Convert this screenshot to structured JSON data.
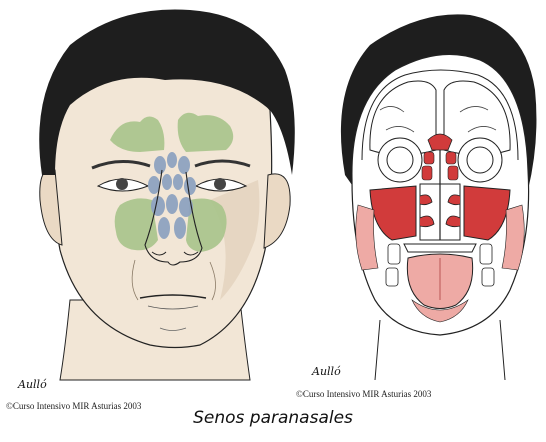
{
  "caption": "Senos paranasales",
  "credits": {
    "left": "©Curso Intensivo MIR Asturias 2003",
    "right": "©Curso Intensivo MIR Asturias 2003"
  },
  "signatures": {
    "left": "Aulló",
    "right": "Aulló"
  },
  "colors": {
    "skin": "#f2e6d6",
    "skin_shadow": "#e2d2bd",
    "hair": "#1e1e1e",
    "frontal_maxillary_sinus": "#a9c48c",
    "ethmoid_sinus": "#8ea3c0",
    "section_red": "#d13b3b",
    "section_pink": "#eeaaa5",
    "outline": "#222222"
  }
}
